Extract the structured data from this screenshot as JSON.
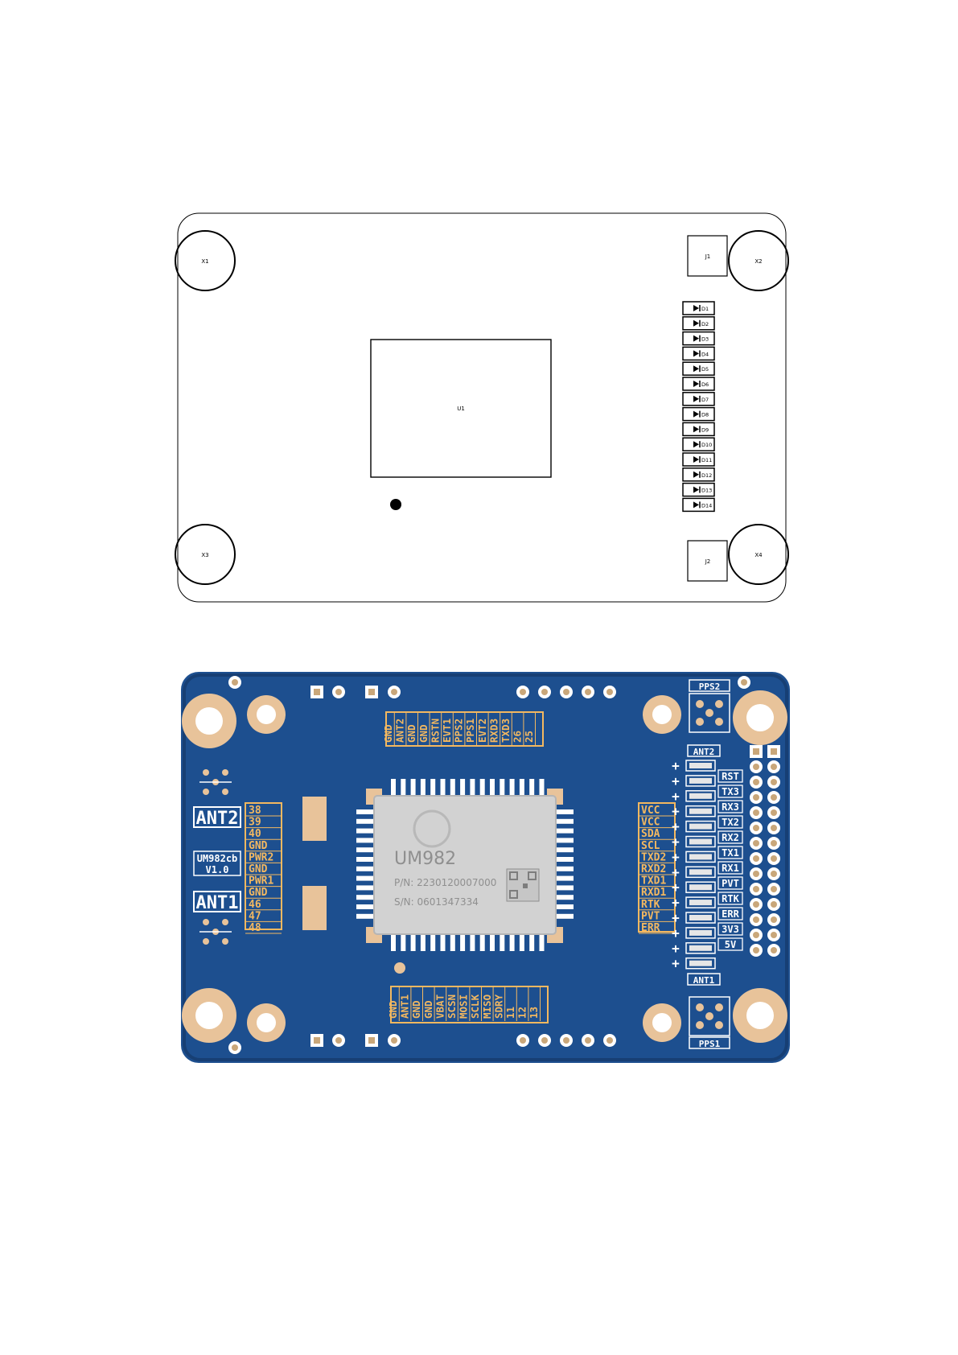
{
  "layout": {
    "u1": "U1",
    "j1": "J1",
    "j2": "J2",
    "x1": "X1",
    "x2": "X2",
    "x3": "X3",
    "x4": "X4",
    "leds": [
      "D1",
      "D2",
      "D3",
      "D4",
      "D5",
      "D6",
      "D7",
      "D8",
      "D9",
      "D10",
      "D11",
      "D12",
      "D13",
      "D14"
    ]
  },
  "board": {
    "top_header": [
      "GND",
      "ANT2",
      "GND",
      "GND",
      "RSTN",
      "EVT1",
      "PPS2",
      "PPS1",
      "EVT2",
      "RXD3",
      "TXD3",
      "26",
      "25"
    ],
    "bottom_header": [
      "GND",
      "ANT1",
      "GND",
      "GND",
      "VBAT",
      "SCSN",
      "MOSI",
      "SCLK",
      "MISO",
      "SDRY",
      "11",
      "12",
      "13"
    ],
    "left_header": [
      "38",
      "39",
      "40",
      "GND",
      "PWR2",
      "GND",
      "PWR1",
      "GND",
      "46",
      "47",
      "48"
    ],
    "right_pins": [
      "VCC",
      "VCC",
      "SDA",
      "SCL",
      "TXD2",
      "RXD2",
      "TXD1",
      "RXD1",
      "RTK",
      "PVT",
      "ERR"
    ],
    "led_labels": [
      "RST",
      "TX3",
      "RX3",
      "TX2",
      "RX2",
      "TX1",
      "RX1",
      "PVT",
      "RTK",
      "ERR",
      "3V3",
      "5V"
    ],
    "ant2": "ANT2",
    "ant1": "ANT1",
    "model": "UM982cb",
    "version": "V1.0",
    "pps2": "PPS2",
    "pps1": "PPS1",
    "ant2_small": "ANT2",
    "ant1_small": "ANT1",
    "chip_name": "UM982",
    "chip_pn": "P/N: 2230120007000",
    "chip_sn": "S/N: 0601347334"
  },
  "colors": {
    "pcb": "#1d4f8f",
    "silk": "#f3b860",
    "pad": "#e8c39a"
  }
}
